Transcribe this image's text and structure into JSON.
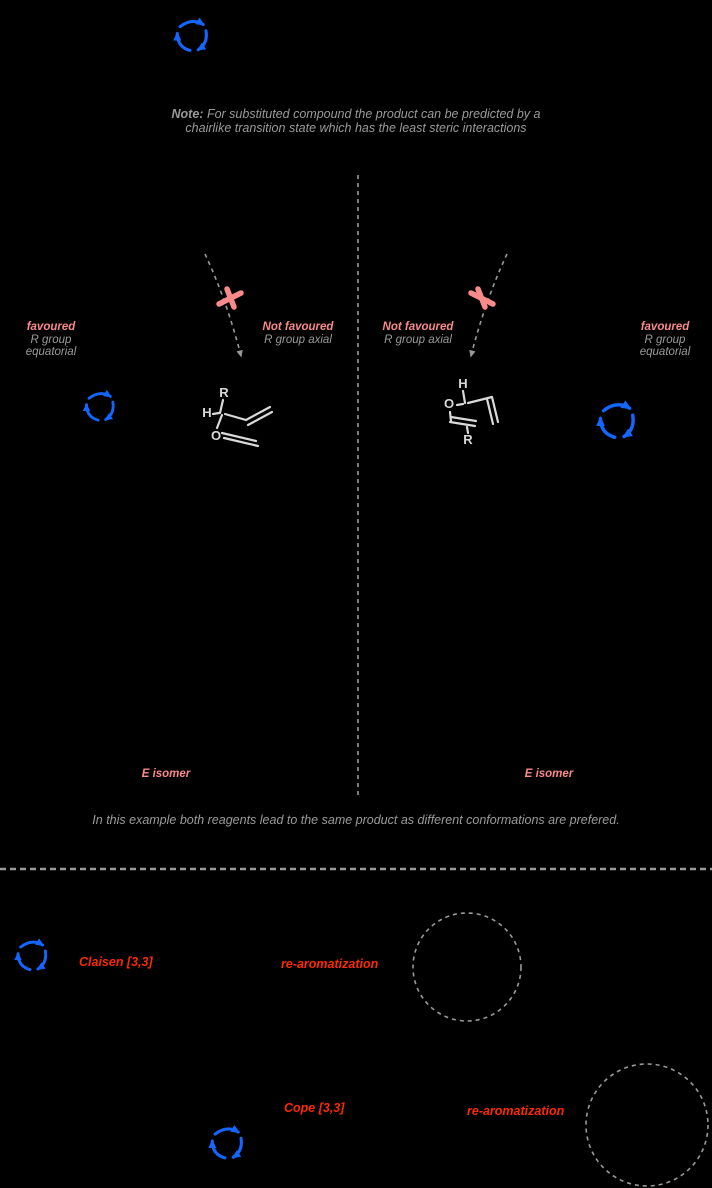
{
  "colors": {
    "background": "#000000",
    "gray_text": "#9a9a9a",
    "structure": "#d9d9d9",
    "pink": "#f98a8a",
    "red": "#fb2a00",
    "blue": "#1466ff"
  },
  "note": {
    "prefix": "Note:",
    "line1": "For substituted compound the product can be predicted by a",
    "line2": "chairlike transition state which has the least steric interactions"
  },
  "left": {
    "favoured_title": "favoured",
    "favoured_line1": "R group",
    "favoured_line2": "equatorial",
    "not_favoured_title": "Not favoured",
    "not_favoured_line1": "R group axial",
    "isomer": "E isomer",
    "atom_r": "R",
    "atom_h": "H",
    "atom_o": "O"
  },
  "right": {
    "favoured_title": "favoured",
    "favoured_line1": "R group",
    "favoured_line2": "equatorial",
    "not_favoured_title": "Not favoured",
    "not_favoured_line1": "R group axial",
    "isomer": "E isomer",
    "atom_r": "R",
    "atom_h": "H",
    "atom_o": "O"
  },
  "caption": "In this example both reagents lead to the same product as different conformations are prefered.",
  "bottom": {
    "claisen": "Claisen [3,3]",
    "re_aromatization_1": "re-aromatization",
    "cope": "Cope [3,3]",
    "re_aromatization_2": "re-aromatization"
  }
}
